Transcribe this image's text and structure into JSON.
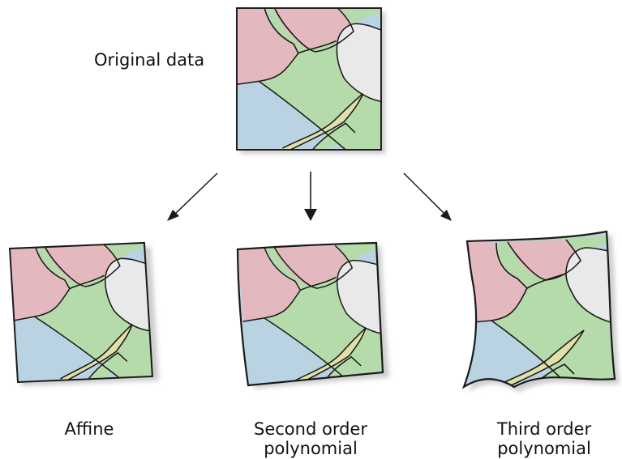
{
  "labels": {
    "original": "Original data",
    "affine": "Affine",
    "second_line1": "Second order",
    "second_line2": "polynomial",
    "third_line1": "Third order",
    "third_line2": "polynomial"
  },
  "colors": {
    "blue_region": "#b9d3e3",
    "green_region": "#b6dbaa",
    "pink_region": "#e4b8bf",
    "gray_region": "#e9e9e9",
    "river": "#e0e0a8",
    "outline": "#1a1a1a",
    "shadow": "#cccccc"
  }
}
